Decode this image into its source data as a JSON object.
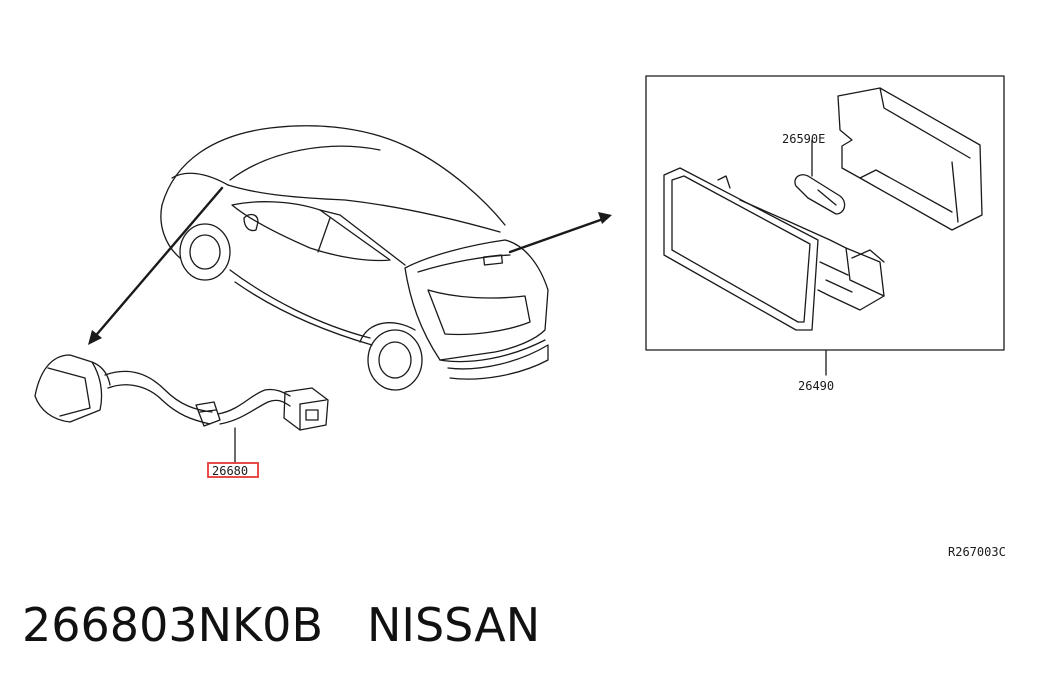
{
  "labels": {
    "harness_part": "26680",
    "bulb_part": "26590E",
    "lamp_part": "26490",
    "diagram_ref": "R267003C"
  },
  "caption": {
    "part_number": "266803NK0B",
    "brand": "NISSAN"
  },
  "colors": {
    "highlight": "#e53935",
    "line": "#1a1a1a"
  }
}
